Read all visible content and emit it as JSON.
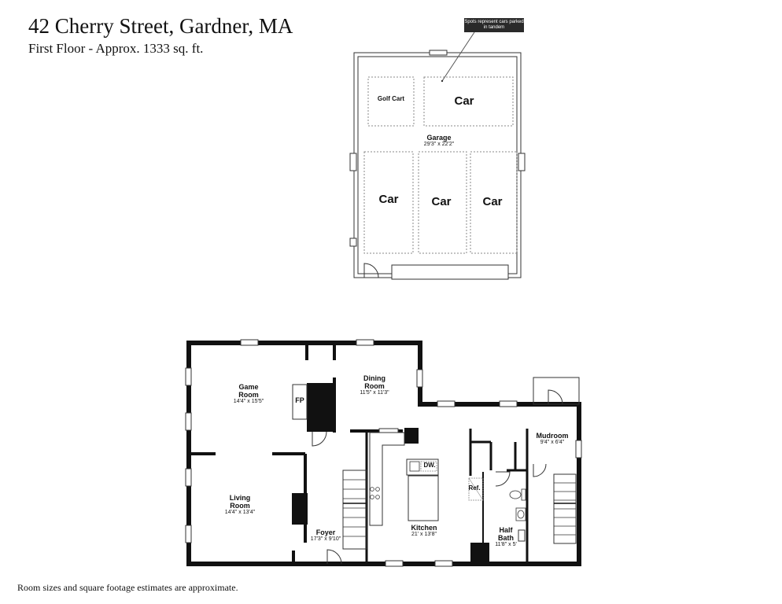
{
  "header": {
    "title": "42 Cherry Street, Gardner, MA",
    "subtitle": "First Floor - Approx. 1333 sq. ft."
  },
  "garage": {
    "note": "Spots represent cars parked in tandem",
    "label": "Garage",
    "dims": "29'3\" x 22'2\"",
    "spots": {
      "golf_cart": "Golf Cart",
      "car_top": "Car",
      "car_left": "Car",
      "car_mid": "Car",
      "car_right": "Car"
    }
  },
  "rooms": {
    "game_room": {
      "name": "Game Room",
      "dims": "14'4\" x 15'5\""
    },
    "dining_room": {
      "name": "Dining Room",
      "dims": "11'5\" x 11'3\""
    },
    "living_room": {
      "name": "Living Room",
      "dims": "14'4\" x 13'4\""
    },
    "foyer": {
      "name": "Foyer",
      "dims": "17'3\" x 9'10\""
    },
    "kitchen": {
      "name": "Kitchen",
      "dims": "21' x 13'8\""
    },
    "mudroom": {
      "name": "Mudroom",
      "dims": "9'4\" x 6'4\""
    },
    "half_bath": {
      "name": "Half Bath",
      "dims": "11'8\" x 5'"
    }
  },
  "fixtures": {
    "fireplace": "FP",
    "dishwasher": "DW.",
    "refrigerator": "Ref."
  },
  "footer": {
    "disclaimer": "Room sizes and square footage estimates are approximate."
  },
  "colors": {
    "wall": "#111111",
    "dotted_outline": "#888888",
    "note_bg": "#2a2a2a"
  }
}
